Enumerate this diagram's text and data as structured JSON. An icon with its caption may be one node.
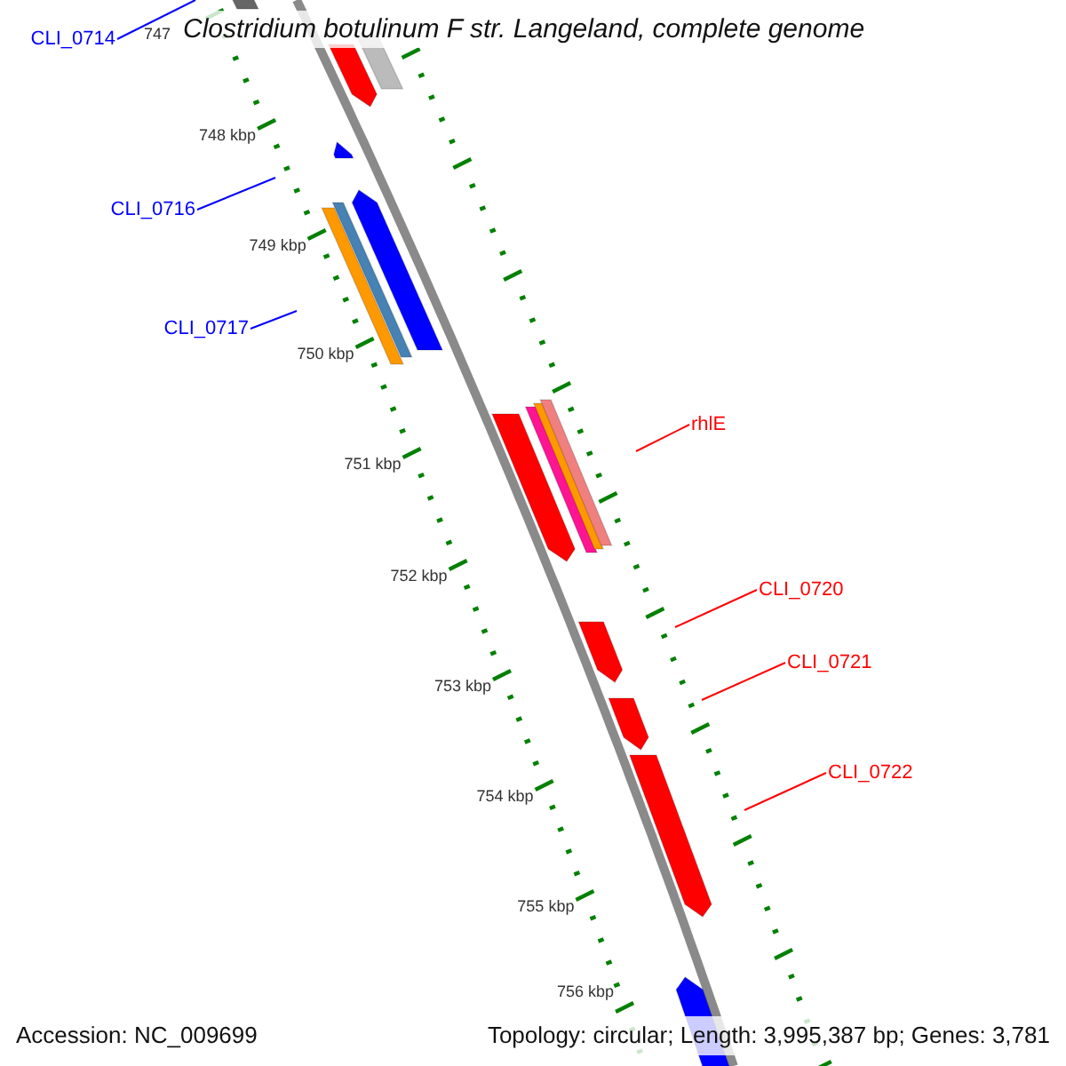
{
  "diagram": {
    "title": "Clostridium botulinum F str. Langeland, complete genome",
    "nodes": [
      {
        "text": [
          "CLI_0714"
        ]
      },
      {
        "text": [
          "CLI_0716"
        ]
      },
      {
        "text": [
          "CLI_0717"
        ]
      },
      {
        "text": [
          "rhlE"
        ]
      },
      {
        "text": [
          "CLI_0720"
        ]
      },
      {
        "text": [
          "CLI_0721"
        ]
      },
      {
        "text": [
          "CLI_0722"
        ]
      }
    ],
    "edges": [
      {
        "from": 0,
        "to": null,
        "arrow": "none",
        "color": "#0000ff"
      },
      {
        "from": 1,
        "to": null,
        "arrow": "none",
        "color": "#0000ff"
      },
      {
        "from": 2,
        "to": null,
        "arrow": "none",
        "color": "#0000ff"
      },
      {
        "from": 3,
        "to": null,
        "arrow": "none"
      },
      {
        "from": 4,
        "to": null,
        "arrow": "none"
      },
      {
        "from": 5,
        "to": null,
        "arrow": "none"
      },
      {
        "from": 6,
        "to": null,
        "arrow": "none"
      }
    ],
    "labels": [
      "747",
      "748 kbp",
      "749 kbp",
      "750 kbp",
      "751 kbp",
      "752 kbp",
      "753 kbp",
      "754 kbp",
      "755 kbp",
      "756 kbp",
      "Accession: NC_009699",
      "Topology: circular; Length: 3,995,387 bp; Genes: 3,781"
    ]
  }
}
